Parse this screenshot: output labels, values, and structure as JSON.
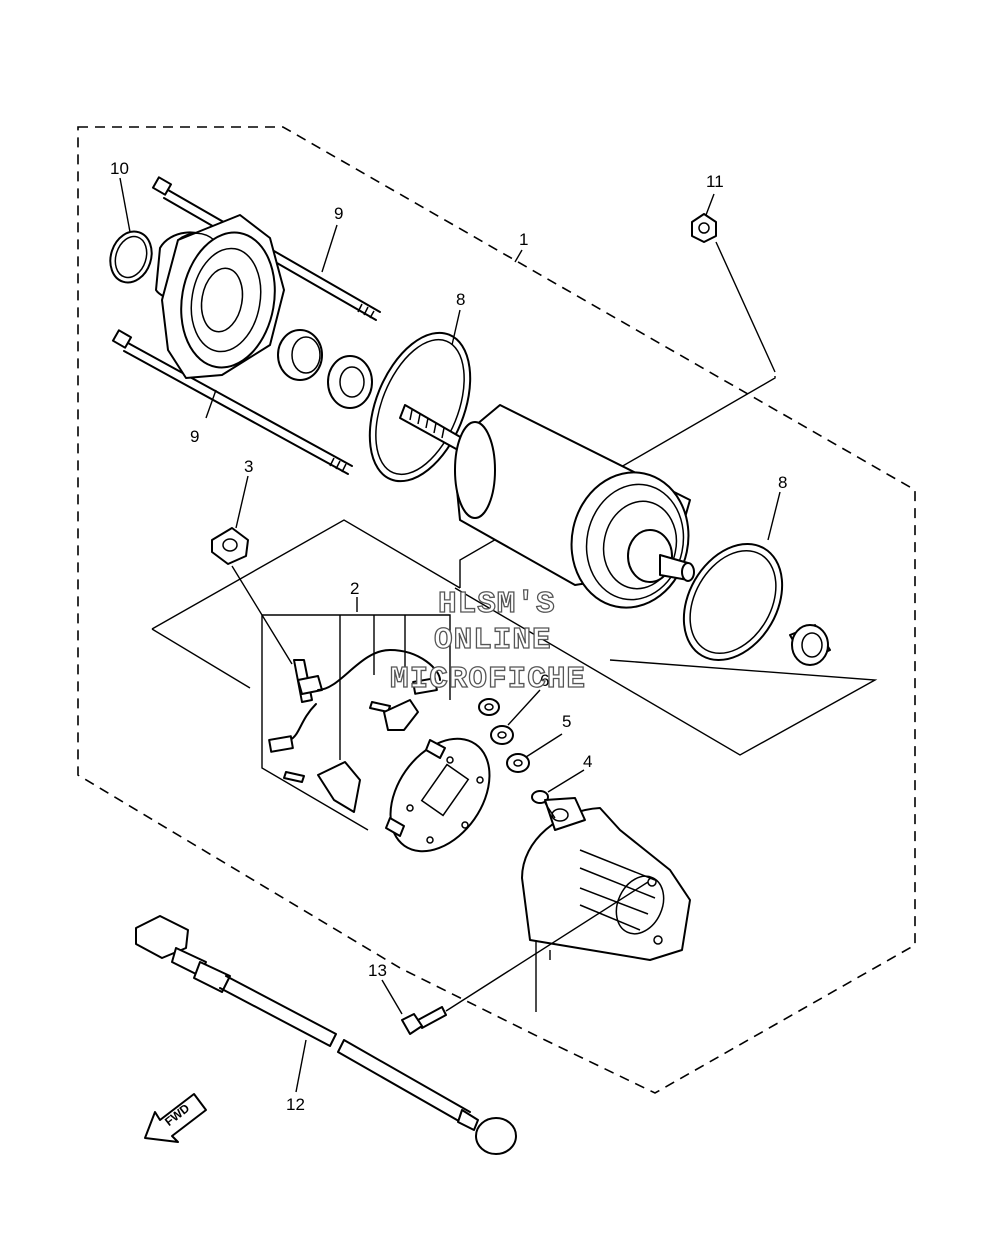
{
  "callouts": {
    "c1": "1",
    "c2": "2",
    "c3": "3",
    "c4": "4",
    "c5": "5",
    "c6": "6",
    "c8a": "8",
    "c8b": "8",
    "c9a": "9",
    "c9b": "9",
    "c10": "10",
    "c11": "11",
    "c12": "12",
    "c13": "13"
  },
  "watermark": {
    "line1": "HLSM'S",
    "line2": "ONLINE",
    "line3": "MICROFICHE"
  },
  "direction_label": "FWD"
}
